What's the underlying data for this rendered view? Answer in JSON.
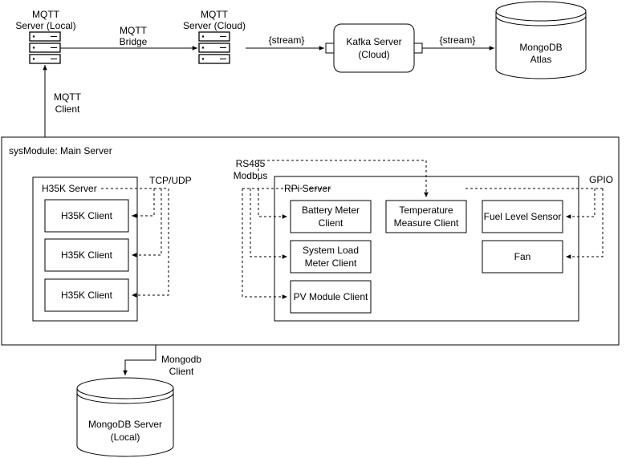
{
  "top": {
    "mqtt_local_line1": "MQTT",
    "mqtt_local_line2": "Server (Local)",
    "bridge_line1": "MQTT",
    "bridge_line2": "Bridge",
    "mqtt_cloud_line1": "MQTT",
    "mqtt_cloud_line2": "Server (Cloud)",
    "stream_left": "{stream}",
    "kafka_line1": "Kafka Server",
    "kafka_line2": "(Cloud)",
    "stream_right": "{stream}",
    "atlas_line1": "MongoDB",
    "atlas_line2": "Atlas",
    "client_line1": "MQTT",
    "client_line2": "Client"
  },
  "main": {
    "title": "sysModule: Main Server",
    "rs485_line1": "RS485",
    "rs485_line2": "Modbus",
    "gpio": "GPIO",
    "tcp_udp": "TCP/UDP"
  },
  "h35k": {
    "title": "H35K Server",
    "clients": [
      "H35K Client",
      "H35K Client",
      "H35K Client"
    ]
  },
  "rpi": {
    "title": "RPi Server",
    "battery_line1": "Battery Meter",
    "battery_line2": "Client",
    "temp_line1": "Temperature",
    "temp_line2": "Measure Client",
    "fuel": "Fuel Level Sensor",
    "load_line1": "System Load",
    "load_line2": "Meter Client",
    "fan": "Fan",
    "pv": "PV Module Client"
  },
  "bottom": {
    "mongo_client_line1": "Mongodb",
    "mongo_client_line2": "Client",
    "mongo_local_line1": "MongoDB Server",
    "mongo_local_line2": "(Local)"
  }
}
